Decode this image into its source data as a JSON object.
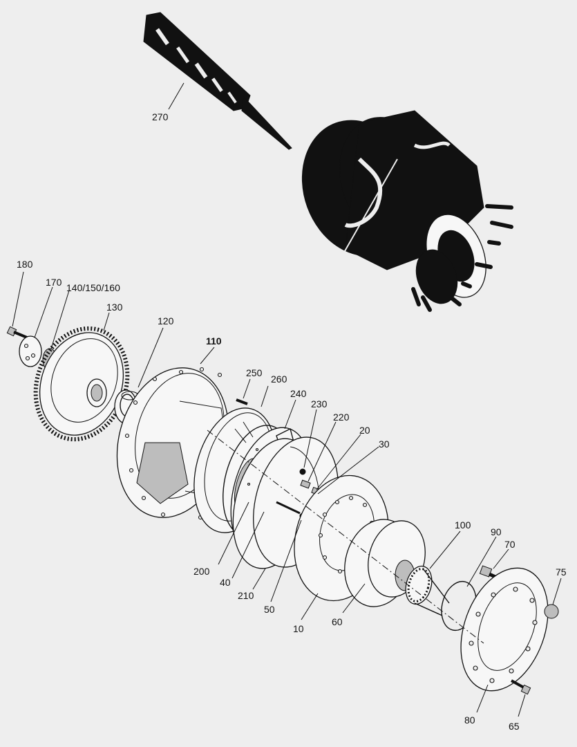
{
  "diagram": {
    "callouts": [
      {
        "id": "270",
        "text": "270"
      },
      {
        "id": "180",
        "text": "180"
      },
      {
        "id": "170",
        "text": "170"
      },
      {
        "id": "140-150-160",
        "text": "140/150/160"
      },
      {
        "id": "130",
        "text": "130"
      },
      {
        "id": "120",
        "text": "120"
      },
      {
        "id": "110",
        "text": "110"
      },
      {
        "id": "250",
        "text": "250"
      },
      {
        "id": "260",
        "text": "260"
      },
      {
        "id": "240",
        "text": "240"
      },
      {
        "id": "230",
        "text": "230"
      },
      {
        "id": "220",
        "text": "220"
      },
      {
        "id": "20",
        "text": "20"
      },
      {
        "id": "30",
        "text": "30"
      },
      {
        "id": "100",
        "text": "100"
      },
      {
        "id": "90",
        "text": "90"
      },
      {
        "id": "70",
        "text": "70"
      },
      {
        "id": "75",
        "text": "75"
      },
      {
        "id": "200",
        "text": "200"
      },
      {
        "id": "40",
        "text": "40"
      },
      {
        "id": "210",
        "text": "210"
      },
      {
        "id": "50",
        "text": "50"
      },
      {
        "id": "10",
        "text": "10"
      },
      {
        "id": "60",
        "text": "60"
      },
      {
        "id": "80",
        "text": "80"
      },
      {
        "id": "65",
        "text": "65"
      }
    ]
  }
}
